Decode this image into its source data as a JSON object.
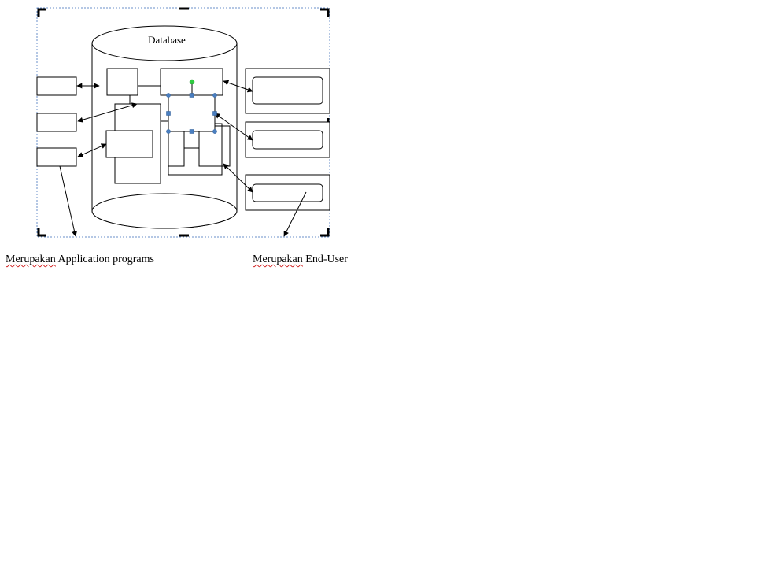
{
  "diagram": {
    "cylinder_label": "Database"
  },
  "captions": {
    "left": {
      "word": "Merupakan",
      "rest": "Application programs"
    },
    "right": {
      "word": "Merupakan",
      "rest": "End-User"
    }
  },
  "colors": {
    "stroke": "#000000",
    "frame_dash": "#6a8fc8",
    "selection_handle": "#4a7fc1",
    "rotation_handle": "#2ecc40",
    "spellcheck": "#d02020"
  }
}
